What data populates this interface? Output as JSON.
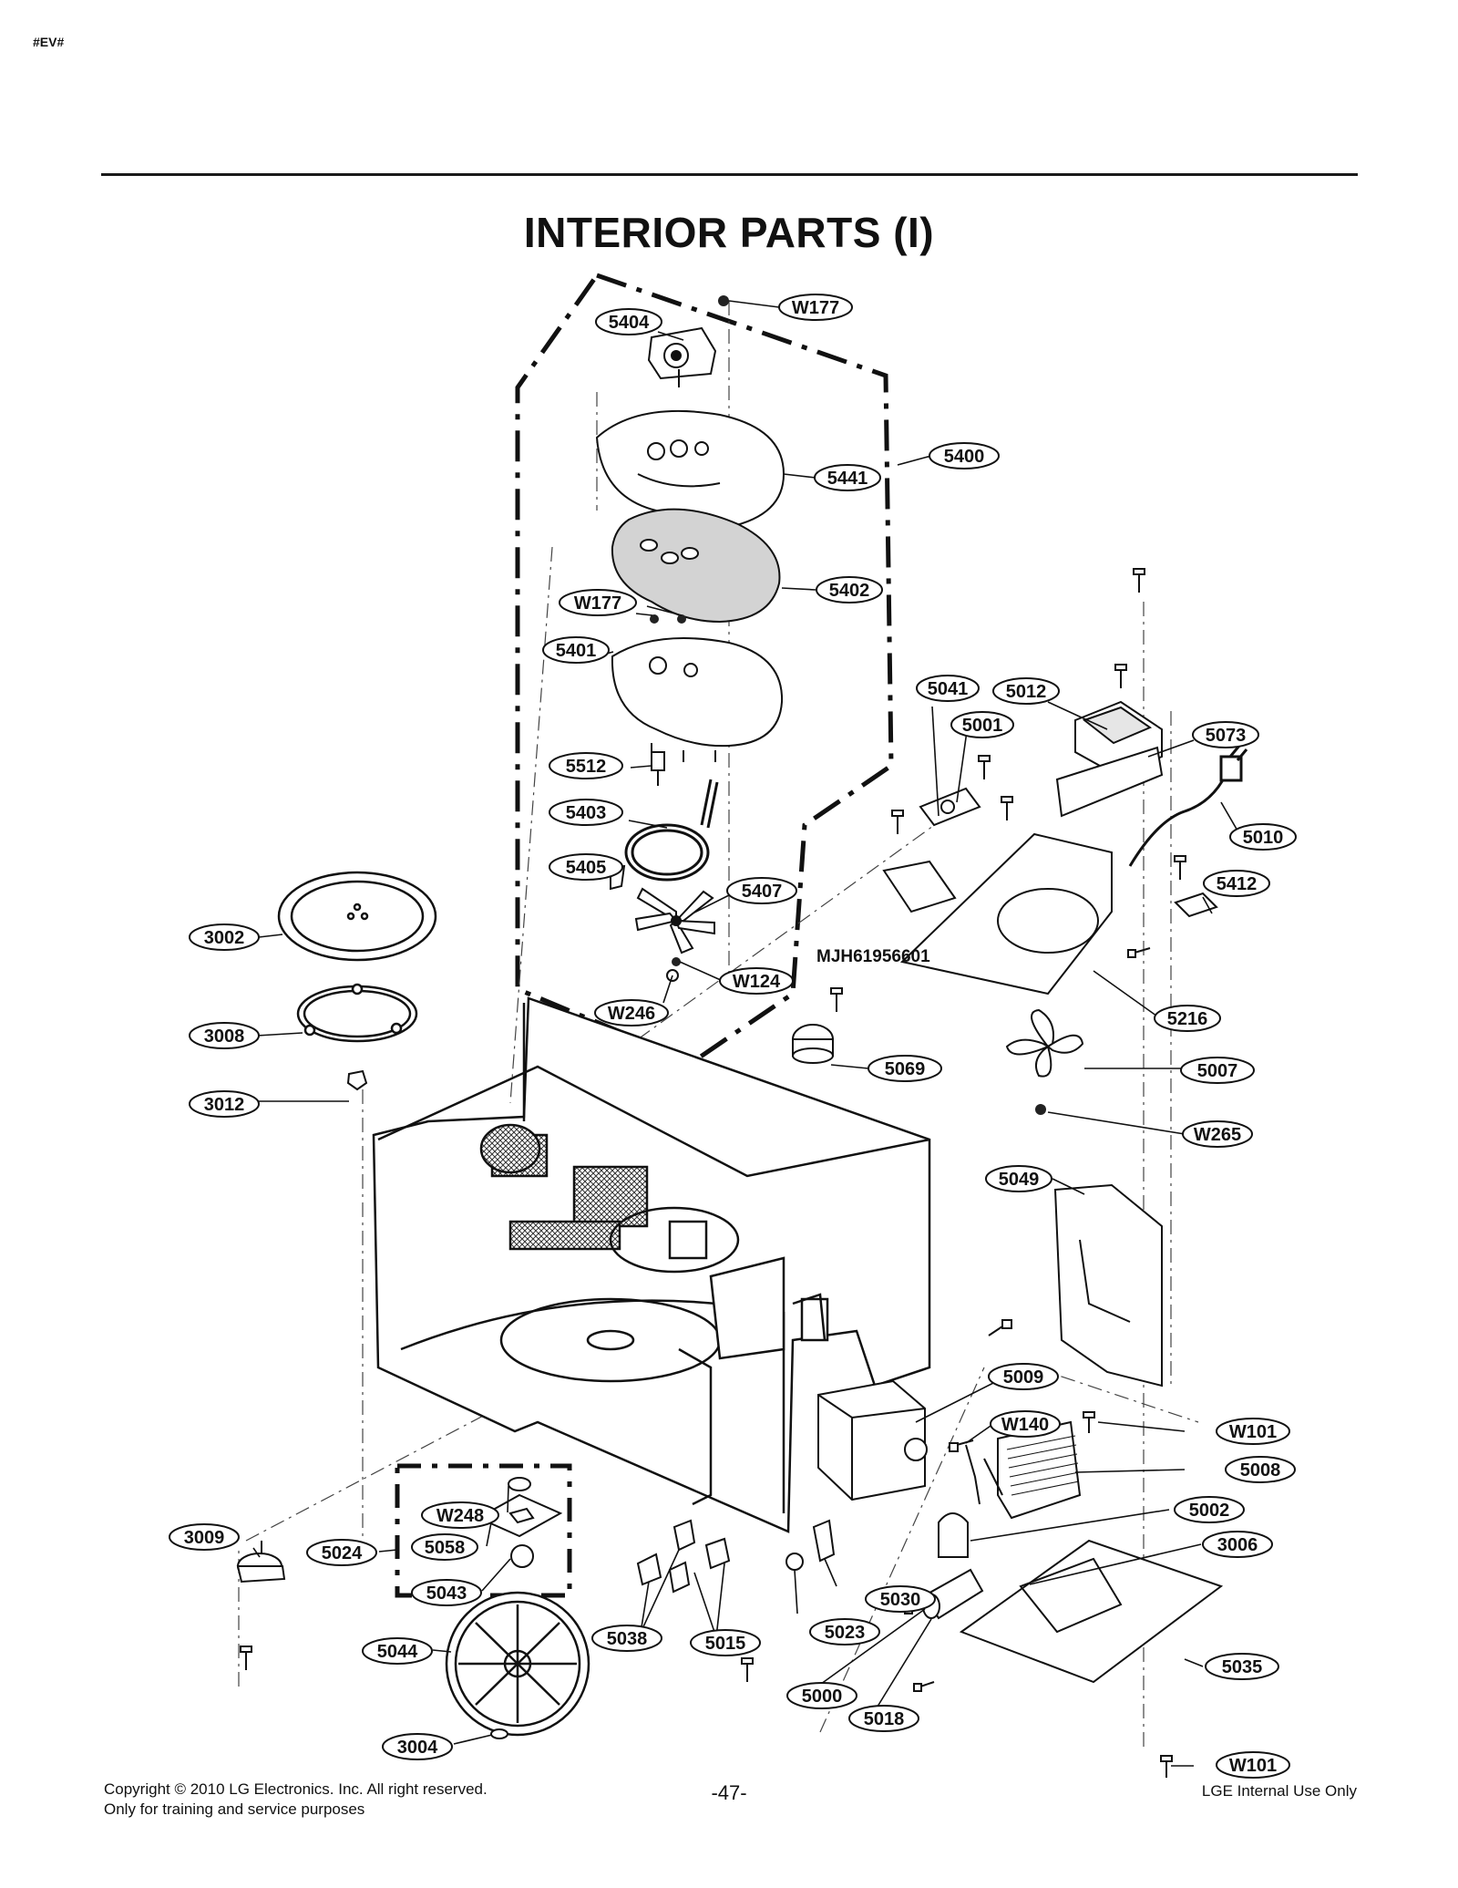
{
  "header": {
    "tag": "#EV#",
    "title": "INTERIOR PARTS (I)"
  },
  "callouts": {
    "c_w177_top": "W177",
    "c_5404": "5404",
    "c_5400": "5400",
    "c_5441": "5441",
    "c_5402": "5402",
    "c_w177_mid": "W177",
    "c_5401": "5401",
    "c_5512": "5512",
    "c_5403": "5403",
    "c_5405": "5405",
    "c_5407": "5407",
    "c_w124": "W124",
    "c_w246": "W246",
    "c_5041": "5041",
    "c_5012": "5012",
    "c_5001": "5001",
    "c_5073": "5073",
    "c_5010": "5010",
    "c_5412": "5412",
    "c_5216": "5216",
    "c_5069": "5069",
    "c_5007": "5007",
    "c_w265": "W265",
    "c_5049": "5049",
    "c_3002": "3002",
    "c_3008": "3008",
    "c_3012": "3012",
    "c_5009": "5009",
    "c_w140": "W140",
    "c_w101_a": "W101",
    "c_5008": "5008",
    "c_5002": "5002",
    "c_3006": "3006",
    "c_w248": "W248",
    "c_5058": "5058",
    "c_5043": "5043",
    "c_3009": "3009",
    "c_5024": "5024",
    "c_5038": "5038",
    "c_5015": "5015",
    "c_5030": "5030",
    "c_5023": "5023",
    "c_5035": "5035",
    "c_5044": "5044",
    "c_5000": "5000",
    "c_5018": "5018",
    "c_3004": "3004",
    "c_w101_b": "W101"
  },
  "plain_label": "MJH61956601",
  "footer": {
    "copyright_line1": "Copyright © 2010 LG Electronics. Inc. All right reserved.",
    "copyright_line2": "Only for training and service purposes",
    "page_number": "-47-",
    "internal": "LGE Internal Use Only"
  }
}
